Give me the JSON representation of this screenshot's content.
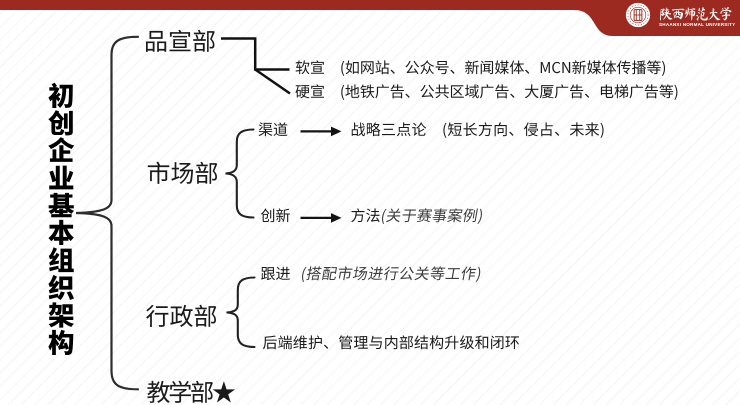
{
  "slide": {
    "type": "presentation-slide",
    "title": "初创企业基本组织架构"
  },
  "header": {
    "university_cn": "陕西师范大学",
    "university_en": "SHAANXI NORMAL UNIVERSITY",
    "seal_icon": "university-seal"
  },
  "tree": {
    "root_label": "初创企业基本组织架构",
    "branches": [
      {
        "label": "品宣部",
        "children": [
          {
            "text": "软宣　(如网站、公众号、新闻媒体、MCN新媒体传播等)"
          },
          {
            "text": "硬宣　(地铁广告、公共区域广告、大厦广告、电梯广告等)"
          }
        ]
      },
      {
        "label": "市场部",
        "children": [
          {
            "label": "渠道",
            "connector": "arrow",
            "text": "战略三点论　(短长方向、侵占、未来)"
          },
          {
            "label": "创新",
            "connector": "arrow",
            "text": "方法",
            "note": "(关于赛事案例)"
          }
        ]
      },
      {
        "label": "行政部",
        "children": [
          {
            "label": "跟进",
            "note": "(搭配市场进行公关等工作)"
          },
          {
            "text": "后端维护、管理与内部结构升级和闭环"
          }
        ]
      },
      {
        "label": "教学部★"
      }
    ]
  },
  "colors": {
    "accent_red": "#9c2a20",
    "line_black": "#1c1c1c",
    "stripe_gray": "#f5f5f5"
  }
}
